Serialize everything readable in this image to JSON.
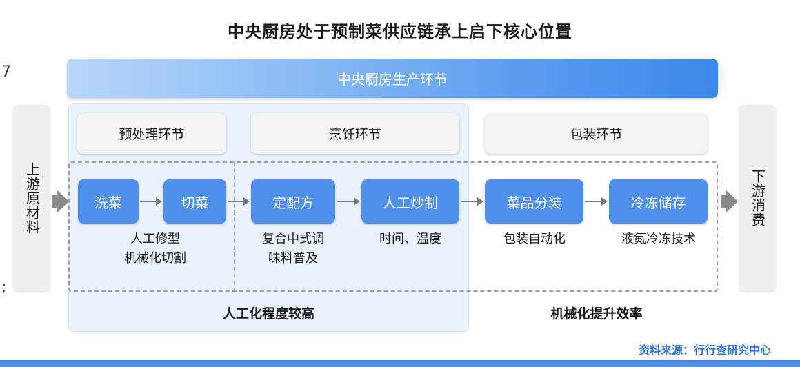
{
  "title": "中央厨房处于预制菜供应链承上启下核心位置",
  "edge_marks": {
    "top": "7",
    "bottom": ";"
  },
  "banner": "中央厨房生产环节",
  "upstream": "上游原材料",
  "downstream": "下游消费",
  "stages": [
    "预处理环节",
    "烹饪环节",
    "包装环节"
  ],
  "steps": [
    "洗菜",
    "切菜",
    "定配方",
    "人工炒制",
    "菜品分装",
    "冷冻储存"
  ],
  "notes": {
    "prep_line1": "人工修型",
    "prep_line2": "机械化切割",
    "recipe_line1": "复合中式调",
    "recipe_line2": "味料普及",
    "cook": "时间、温度",
    "pack": "包装自动化",
    "freeze": "液氮冷冻技术"
  },
  "bottom_labels": {
    "left": "人工化程度较高",
    "right": "机械化提升效率"
  },
  "source": "资料来源：行行查研究中心",
  "colors": {
    "step_blue": "#4f90ec",
    "banner_dark": "#3d88ea",
    "panel": "#eaf2fd",
    "source": "#2f6fd6"
  }
}
